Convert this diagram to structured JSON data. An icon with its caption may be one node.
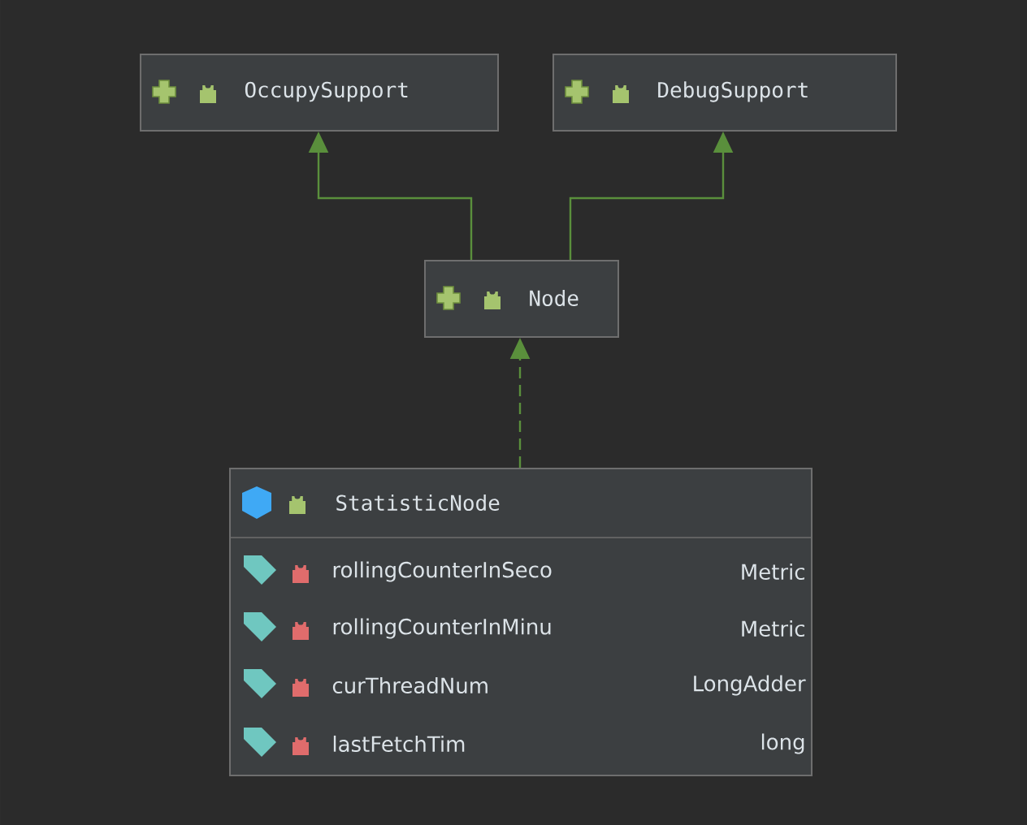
{
  "diagram": {
    "nodes": [
      {
        "text": [
          "OccupySupport"
        ]
      },
      {
        "text": [
          "DebugSupport"
        ]
      },
      {
        "text": [
          "Node"
        ]
      },
      {
        "text": [
          "StatisticNode"
        ]
      }
    ],
    "edges": [
      {
        "from": 2,
        "to": 0,
        "arrow": "to"
      },
      {
        "from": 2,
        "to": 1,
        "arrow": "to"
      },
      {
        "from": 3,
        "to": 2,
        "arrow": "to",
        "style": "dashed"
      }
    ],
    "labels": [
      "rollingCounterInSeco",
      "Metric",
      "rollingCounterInMinu",
      "Metric",
      "curThreadNum",
      "LongAdder",
      "lastFetchTim",
      "long"
    ]
  }
}
